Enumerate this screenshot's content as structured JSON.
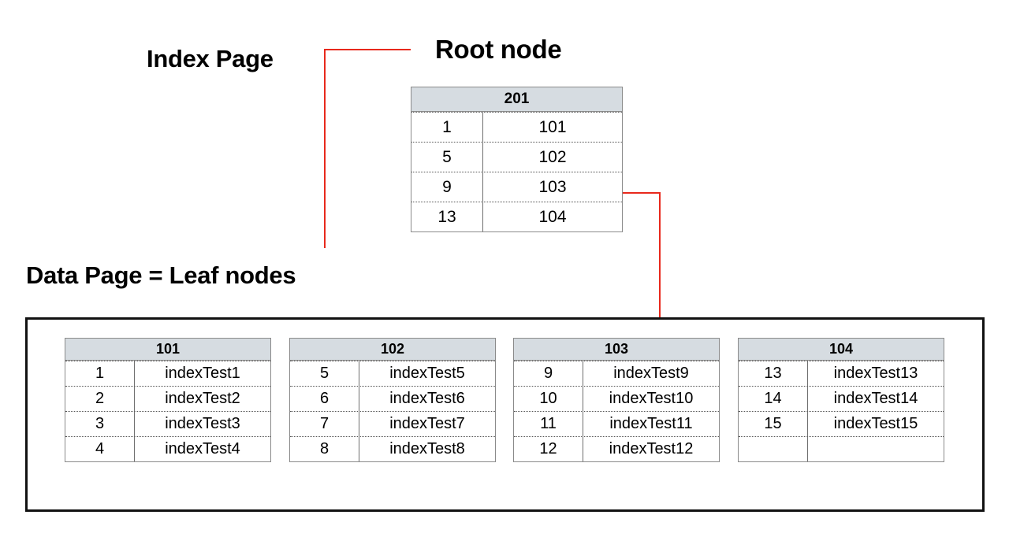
{
  "labels": {
    "index_page": "Index Page",
    "root_node": "Root node",
    "data_page": "Data Page = Leaf nodes"
  },
  "colors": {
    "connector": "#e8291c",
    "header_fill": "#d6dce1",
    "table_border": "#8a8a8a",
    "container_border": "#111111"
  },
  "root_node": {
    "page_id": "201",
    "rows": [
      {
        "key": "1",
        "value": "101"
      },
      {
        "key": "5",
        "value": "102"
      },
      {
        "key": "9",
        "value": "103"
      },
      {
        "key": "13",
        "value": "104"
      }
    ]
  },
  "leaf_nodes": [
    {
      "page_id": "101",
      "rows": [
        {
          "key": "1",
          "value": "indexTest1"
        },
        {
          "key": "2",
          "value": "indexTest2"
        },
        {
          "key": "3",
          "value": "indexTest3"
        },
        {
          "key": "4",
          "value": "indexTest4"
        }
      ]
    },
    {
      "page_id": "102",
      "rows": [
        {
          "key": "5",
          "value": "indexTest5"
        },
        {
          "key": "6",
          "value": "indexTest6"
        },
        {
          "key": "7",
          "value": "indexTest7"
        },
        {
          "key": "8",
          "value": "indexTest8"
        }
      ]
    },
    {
      "page_id": "103",
      "rows": [
        {
          "key": "9",
          "value": "indexTest9"
        },
        {
          "key": "10",
          "value": "indexTest10"
        },
        {
          "key": "11",
          "value": "indexTest11"
        },
        {
          "key": "12",
          "value": "indexTest12"
        }
      ]
    },
    {
      "page_id": "104",
      "rows": [
        {
          "key": "13",
          "value": "indexTest13"
        },
        {
          "key": "14",
          "value": "indexTest14"
        },
        {
          "key": "15",
          "value": "indexTest15"
        },
        {
          "key": "",
          "value": ""
        }
      ]
    }
  ]
}
